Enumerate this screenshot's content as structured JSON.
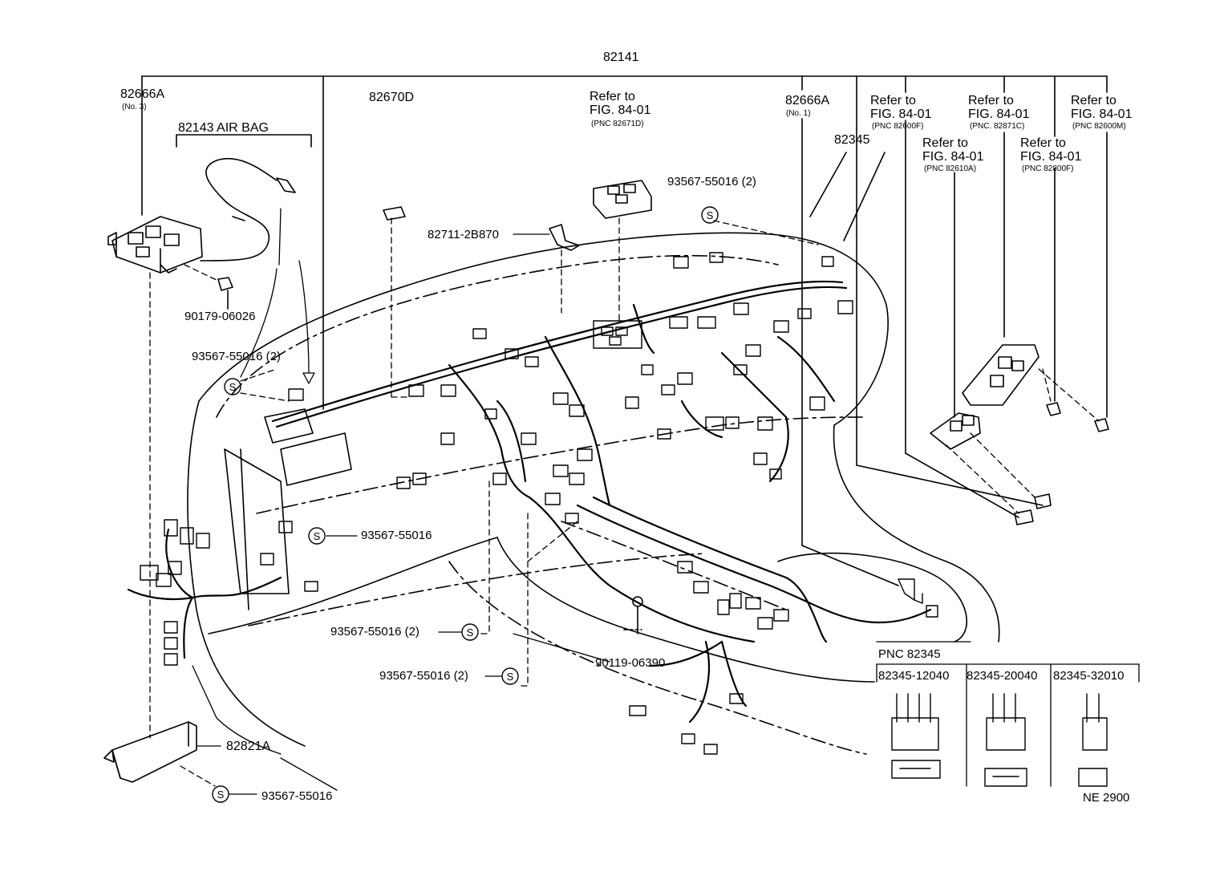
{
  "labels": {
    "main_harness": "82141",
    "junction_no3": "82666A",
    "junction_no3_sub": "(No. 3)",
    "airbag": "82143 AIR BAG",
    "relay_block": "82670D",
    "ref_center_1": "Refer to",
    "ref_center_2": "FIG. 84-01",
    "ref_center_3": "(PNC 82671D)",
    "junction_no1": "82666A",
    "junction_no1_sub": "(No. 1)",
    "ref_a_1": "Refer to",
    "ref_a_2": "FIG. 84-01",
    "ref_a_3": "(PNC 82600F)",
    "ref_b_1": "Refer to",
    "ref_b_2": "FIG. 84-01",
    "ref_b_3": "(PNC. 82871C)",
    "ref_c_1": "Refer to",
    "ref_c_2": "FIG. 84-01",
    "ref_c_3": "(PNC 82600M)",
    "ref_d_1": "Refer to",
    "ref_d_2": "FIG. 84-01",
    "ref_d_3": "(PNC 82610A)",
    "ref_e_1": "Refer to",
    "ref_e_2": "FIG. 84-01",
    "ref_e_3": "(PNC 82800F)",
    "part_82345": "82345",
    "screw_top": "93567-55016 (2)",
    "bracket": "82711-2B870",
    "clip": "90179-06026",
    "screw_left": "93567-55016 (2)",
    "screw_mid": "93567-55016",
    "screw_low1": "93567-55016 (2)",
    "screw_low2": "93567-55016 (2)",
    "bolt": "90119-06390",
    "part_82821A": "82821A",
    "screw_bottom": "93567-55016",
    "pnc_82345": "PNC  82345",
    "variant_1": "82345-12040",
    "variant_2": "82345-20040",
    "variant_3": "82345-32010",
    "figure_code": "NE 2900"
  }
}
